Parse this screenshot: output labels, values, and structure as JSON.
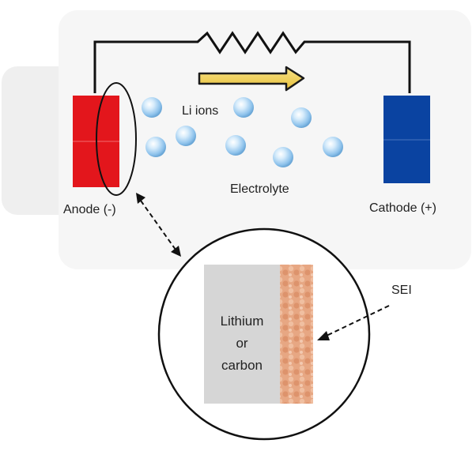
{
  "labels": {
    "li_ions": "Li ions",
    "electrolyte": "Electrolyte",
    "anode": "Anode (-)",
    "cathode": "Cathode (+)",
    "sei": "SEI",
    "lithium_line1": "Lithium",
    "lithium_line2": "or",
    "lithium_line3": "carbon"
  },
  "colors": {
    "anode": "#e3161c",
    "cathode": "#0a43a1",
    "arrow_fill": "#f3d45a",
    "background_panel": "#f6f6f6",
    "lithium_block": "#d6d6d6",
    "sei_layer": "#e3a07c",
    "wire": "#111111"
  },
  "diagram": {
    "li_ion_count": 8,
    "resistor_label": "resistor-symbol"
  }
}
